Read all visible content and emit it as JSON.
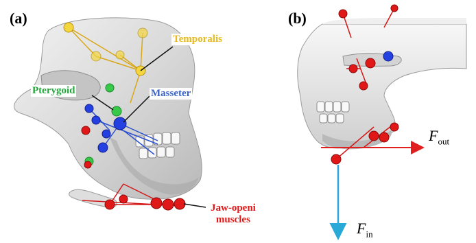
{
  "panels": [
    {
      "label": "(a)"
    },
    {
      "label": "(b)"
    }
  ],
  "muscles": {
    "temporalis": {
      "label": "Temporalis",
      "color": "#e8b820"
    },
    "pterygoid": {
      "label": "Pterygoid",
      "color": "#22a83a"
    },
    "masseter": {
      "label": "Masseter",
      "color": "#3a64c8"
    },
    "jaw_opening": {
      "label_line1": "Jaw-openi",
      "label_line2": "muscles",
      "color": "#e01818"
    }
  },
  "forces": {
    "out": {
      "symbol": "F",
      "subscript": "out",
      "color": "#e02020"
    },
    "in": {
      "symbol": "F",
      "subscript": "in",
      "color": "#29a9d8"
    }
  }
}
